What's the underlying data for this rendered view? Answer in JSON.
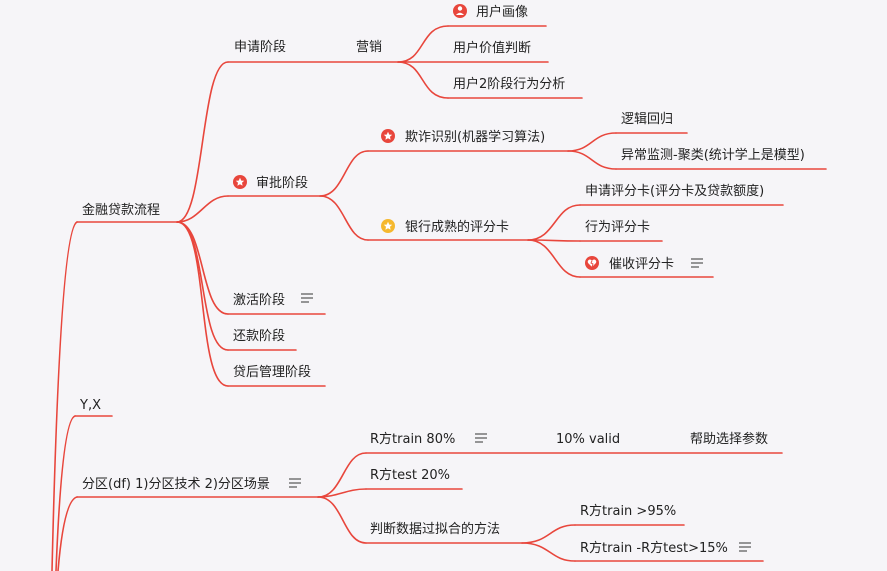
{
  "colors": {
    "branch": "#e8463c",
    "background": "#f6f5f8",
    "star_red": "#e8463c",
    "star_yellow": "#f5b82e"
  },
  "nodes": {
    "jinrong": "金融贷款流程",
    "shenqing": "申请阶段",
    "yingxiao": "营销",
    "huaxiang": "用户画像",
    "jiazhi": "用户价值判断",
    "xingwei2": "用户2阶段行为分析",
    "shenpi": "审批阶段",
    "qizha": "欺诈识别(机器学习算法)",
    "luoji": "逻辑回归",
    "yichang": "异常监测-聚类(统计学上是模型)",
    "pingfenka": "银行成熟的评分卡",
    "shenqingka": "申请评分卡(评分卡及贷款额度)",
    "xingweika": "行为评分卡",
    "cuishouka": "催收评分卡",
    "jihuo": "激活阶段",
    "huankuan": "还款阶段",
    "daihou": "贷后管理阶段",
    "yx": "Y,X",
    "fenqu": "分区(df) 1)分区技术 2)分区场景",
    "rtrain": "R方train 80%",
    "valid": "10% valid",
    "bangzhu": "帮助选择参数",
    "rtest": "R方test 20%",
    "nihe": "判断数据过拟合的方法",
    "rtrain95": "R方train >95%",
    "rdiff": "R方train -R方test>15%"
  },
  "icons": {
    "huaxiang": "user-icon",
    "shenpi": "star-icon",
    "qizha": "star-icon",
    "pingfenka": "star-icon",
    "cuishouka": "heart-broken-icon",
    "jihuo": "note-icon",
    "cuishouka_note": "note-icon",
    "fenqu": "note-icon",
    "rtrain": "note-icon",
    "rdiff": "note-icon"
  }
}
